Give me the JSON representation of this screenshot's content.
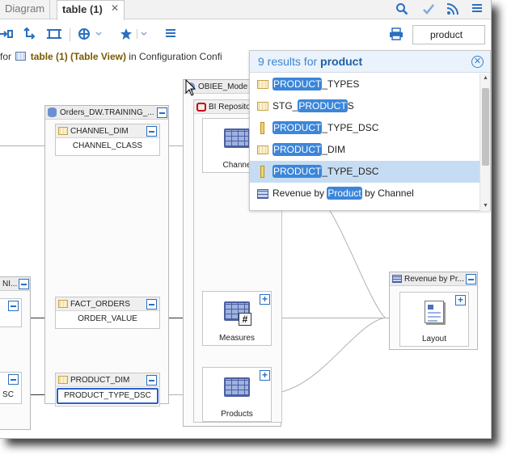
{
  "tabs": {
    "diagram": "Diagram",
    "table": "table (1)",
    "close": "✕"
  },
  "toolbar": {
    "search_value": "product"
  },
  "breadcrumb": {
    "prefix": "for",
    "object": "table (1) (Table View)",
    "suffix": "in Configuration Confi"
  },
  "search_popup": {
    "count_text": "9 results for",
    "query": "product",
    "results": [
      {
        "icon": "table-icon",
        "before": "",
        "match": "PRODUCT",
        "after": "_TYPES",
        "selected": false
      },
      {
        "icon": "table-icon",
        "before": "STG_",
        "match": "PRODUCT",
        "after": "S",
        "selected": false
      },
      {
        "icon": "column-icon",
        "before": "",
        "match": "PRODUCT",
        "after": "_TYPE_DSC",
        "selected": false
      },
      {
        "icon": "table-icon",
        "before": "",
        "match": "PRODUCT",
        "after": "_DIM",
        "selected": false
      },
      {
        "icon": "column-icon",
        "before": "",
        "match": "PRODUCT",
        "after": "_TYPE_DSC",
        "selected": true
      },
      {
        "icon": "report-icon",
        "before": "Revenue by ",
        "match": "Product",
        "after": " by Channel",
        "selected": false
      }
    ]
  },
  "diagram": {
    "left_group": {
      "title": "NI..."
    },
    "left_col_bottom": "SC",
    "orders_group": {
      "title": "Orders_DW.TRAINING_...",
      "tables": [
        {
          "name": "CHANNEL_DIM",
          "column": "CHANNEL_CLASS"
        },
        {
          "name": "FACT_ORDERS",
          "column": "ORDER_VALUE"
        },
        {
          "name": "PRODUCT_DIM",
          "column": "PRODUCT_TYPE_DSC"
        }
      ]
    },
    "obiee_group": {
      "title": "OBIEE_Mode",
      "sub": "BI Reposito"
    },
    "nodes": {
      "channel": "Channe",
      "measures": "Measures",
      "products": "Products"
    },
    "revenue_group": {
      "title": "Revenue by Pr...",
      "node": "Layout"
    }
  },
  "colors": {
    "accent": "#2a6fbf",
    "highlight": "#3b86d9",
    "selected_row": "#c6dcf2"
  }
}
